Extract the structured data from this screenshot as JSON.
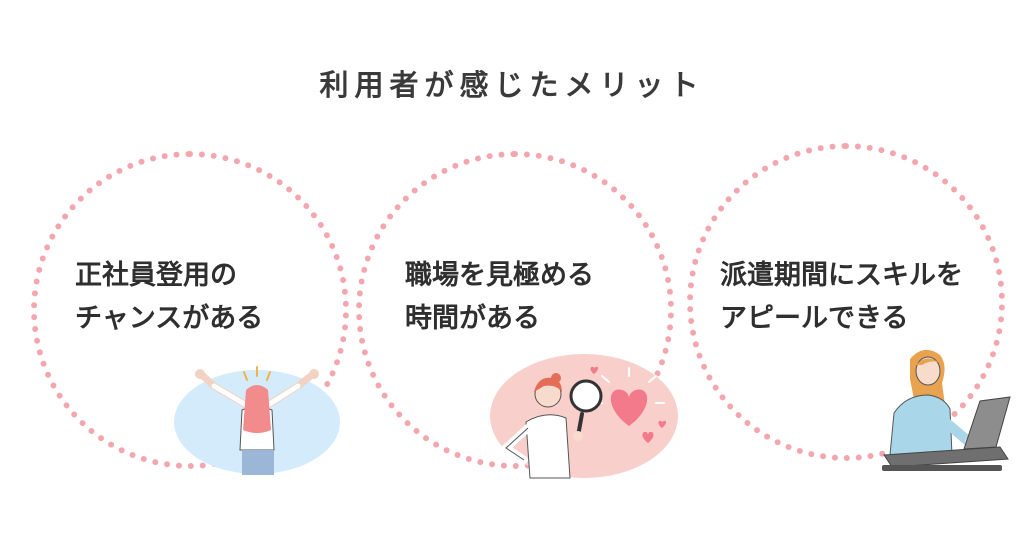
{
  "title": "利用者が感じたメリット",
  "colors": {
    "dots": "#f3a6ad",
    "text": "#2f2f2f",
    "blob_blue": "#d3ebfb",
    "blob_pink": "#f8cfca",
    "heart": "#f27a8a"
  },
  "cards": [
    {
      "line1": "正社員登用の",
      "line2": "チャンスがある",
      "illustration": "woman-arms-raised-illustration"
    },
    {
      "line1": "職場を見極める",
      "line2": "時間がある",
      "illustration": "woman-magnifying-glass-heart-illustration"
    },
    {
      "line1": "派遣期間にスキルを",
      "line2": "アピールできる",
      "illustration": "woman-using-laptop-illustration"
    }
  ]
}
